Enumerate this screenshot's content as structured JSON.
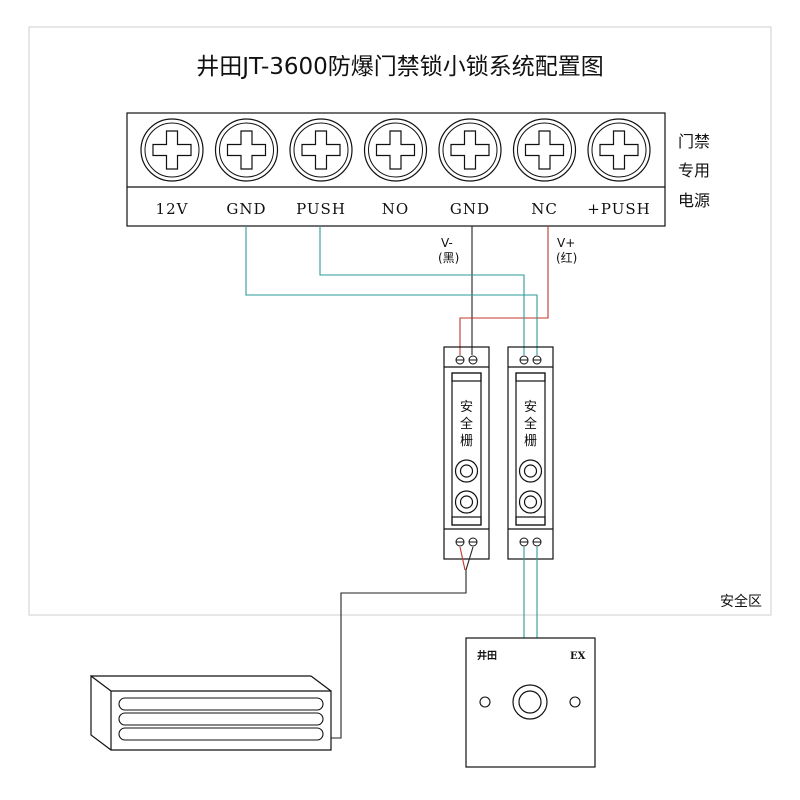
{
  "title": "井田JT-3600防爆门禁锁小锁系统配置图",
  "power_supply": {
    "side_label": [
      "门禁",
      "专用",
      "电源"
    ],
    "terminals": [
      "12V",
      "GND",
      "PUSH",
      "NO",
      "GND",
      "NC",
      "+PUSH"
    ]
  },
  "wire_labels": {
    "v_minus": "V-",
    "v_minus_color": "(黑)",
    "v_plus": "V+",
    "v_plus_color": "(红)"
  },
  "barrier_label": [
    "安",
    "全",
    "栅"
  ],
  "safe_zone_label": "安全区",
  "exit_button": {
    "brand": "井田",
    "ex": "EX"
  },
  "colors": {
    "black_wire": "#222222",
    "red_wire": "#c0392b",
    "teal_wire": "#2a9d9a",
    "safe_zone_border": "#cccccc"
  }
}
